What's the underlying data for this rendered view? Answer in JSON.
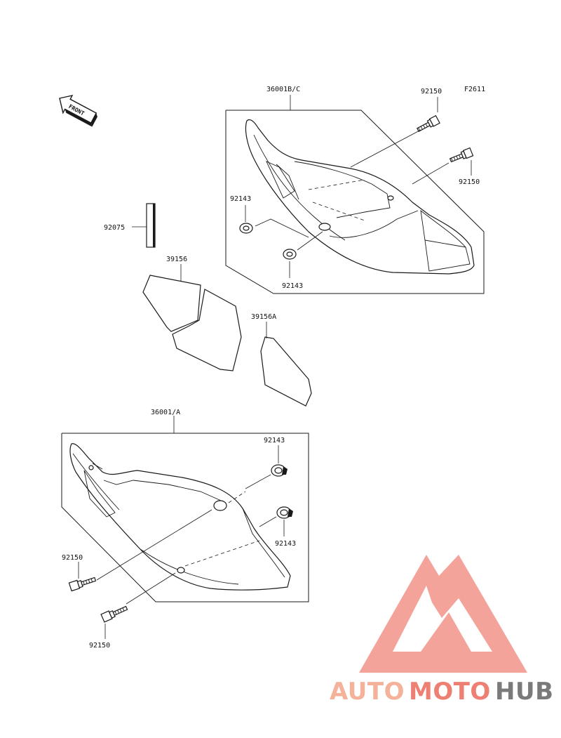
{
  "figure_code": "F2611",
  "front_indicator": "FRONT",
  "parts": {
    "upper_cover": "36001B/C",
    "lower_cover": "36001/A",
    "decal_left": "39156",
    "decal_right": "39156A",
    "pad": "92075",
    "bolt": "92150",
    "grommet": "92143"
  },
  "watermark": {
    "part1": "AUTO",
    "part2": "MOTO",
    "part3": "HUB",
    "color_auto": "#f4b29b",
    "color_moto": "#ee7f73",
    "color_hub": "#7a7a7a",
    "logo_color": "#f2938a"
  }
}
